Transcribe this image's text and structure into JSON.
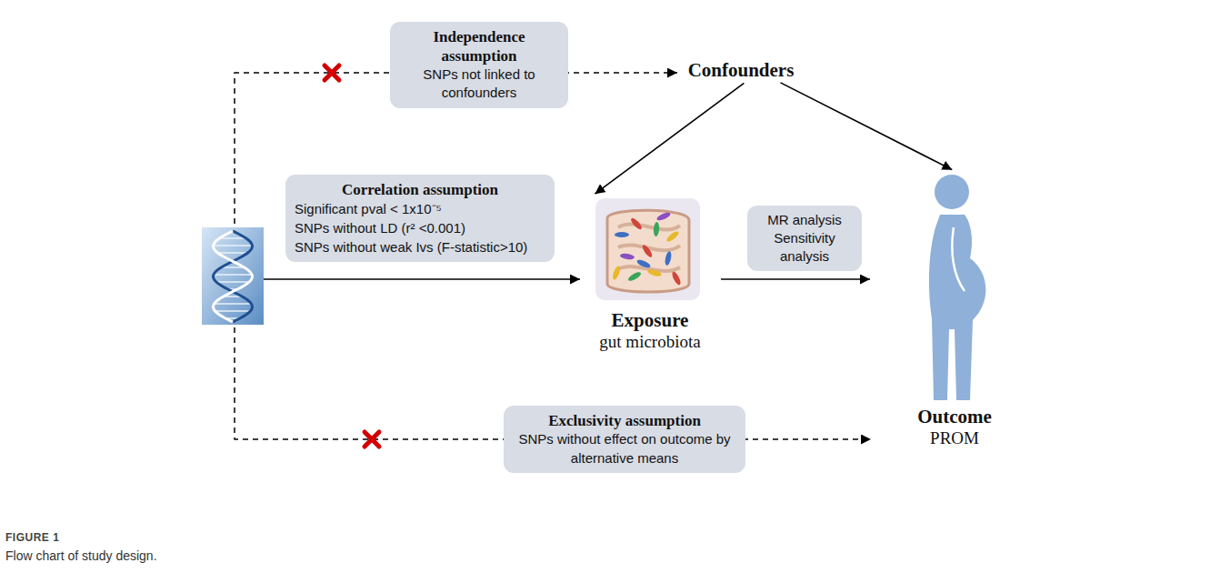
{
  "diagram": {
    "caption": "Flow chart of study design.",
    "nodes": [
      {
        "text": [
          "Independence assumption",
          "SNPs not linked to confounders"
        ]
      },
      {
        "text": [
          "Confounders"
        ]
      },
      {
        "text": [
          "Correlation assumption",
          "Significant pval < 1x10⁻⁵",
          "SNPs without LD (r² <0.001)",
          "SNPs without weak Ivs (F-statistic>10)"
        ]
      },
      {
        "text": [
          "Exposure",
          "gut microbiota"
        ]
      },
      {
        "text": [
          "MR analysis",
          "Sensitivity analysis"
        ]
      },
      {
        "text": [
          "Outcome",
          "PROM"
        ]
      },
      {
        "text": [
          "Exclusivity assumption",
          "SNPs without effect on outcome by alternative means"
        ]
      }
    ],
    "edges": [
      {
        "from": 1,
        "to": 3,
        "arrow": "to"
      },
      {
        "from": 1,
        "to": 5,
        "arrow": "to"
      },
      {
        "from": 3,
        "to": 5,
        "arrow": "to"
      }
    ],
    "labels": [
      "FIGURE 1"
    ]
  }
}
